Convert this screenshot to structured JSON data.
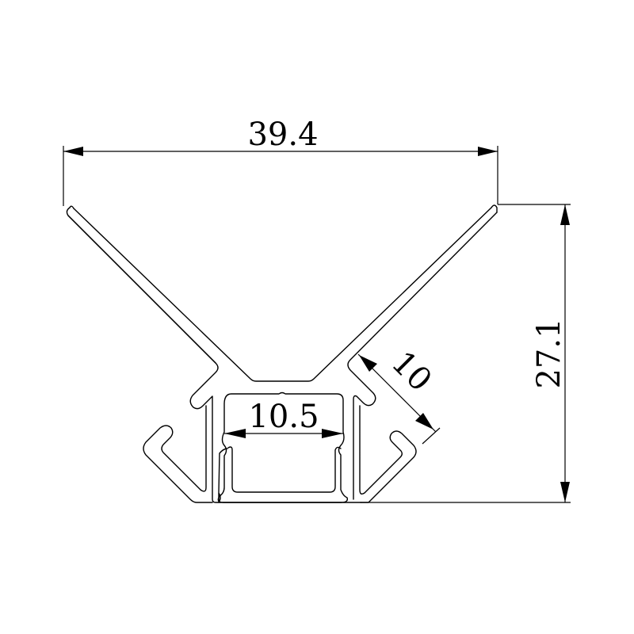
{
  "drawing": {
    "type": "technical cross-section drawing",
    "subject": "V-shaped corner aluminium LED profile",
    "line_color": "#000000",
    "background_color": "#ffffff"
  },
  "dimensions": {
    "overall_width": {
      "label": "39.4",
      "value": 39.4,
      "orientation": "horizontal"
    },
    "overall_height": {
      "label": "27.1",
      "value": 27.1,
      "orientation": "vertical"
    },
    "channel_width": {
      "label": "10.5",
      "value": 10.5,
      "orientation": "horizontal"
    },
    "arm_offset": {
      "label": "10",
      "value": 10,
      "orientation": "diagonal"
    }
  }
}
